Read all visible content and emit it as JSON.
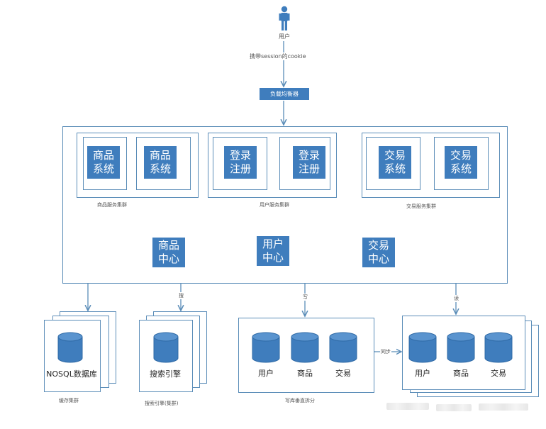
{
  "user": {
    "label": "用户",
    "edge_label": "携带session的cookie"
  },
  "load_balancer": {
    "label": "负载均衡器"
  },
  "service_groups": [
    {
      "label": "商品服务集群",
      "systems": [
        "商品\n系统",
        "商品\n系统"
      ]
    },
    {
      "label": "用户服务集群",
      "systems": [
        "登录\n注册",
        "登录\n注册"
      ]
    },
    {
      "label": "交易服务集群",
      "systems": [
        "交易\n系统",
        "交易\n系统"
      ]
    }
  ],
  "centers": [
    {
      "label": "商品\n中心"
    },
    {
      "label": "用户\n中心"
    },
    {
      "label": "交易\n中心"
    }
  ],
  "edge_labels": {
    "search": "搜",
    "write": "写",
    "read": "读",
    "sync": "同步"
  },
  "storage": {
    "cache": {
      "db_label": "NOSQL数据库",
      "caption": "缓存集群"
    },
    "search": {
      "db_label": "搜索引擎",
      "caption": "搜索引擎(集群)"
    },
    "write_db": {
      "dbs": [
        "用户",
        "商品",
        "交易"
      ],
      "caption": "写库垂直拆分"
    },
    "read_db": {
      "dbs": [
        "用户",
        "商品",
        "交易"
      ]
    }
  },
  "colors": {
    "box_blue": "#3f7dbd",
    "line_blue": "#5b8db8",
    "db_fill": "#3f7dbd"
  }
}
